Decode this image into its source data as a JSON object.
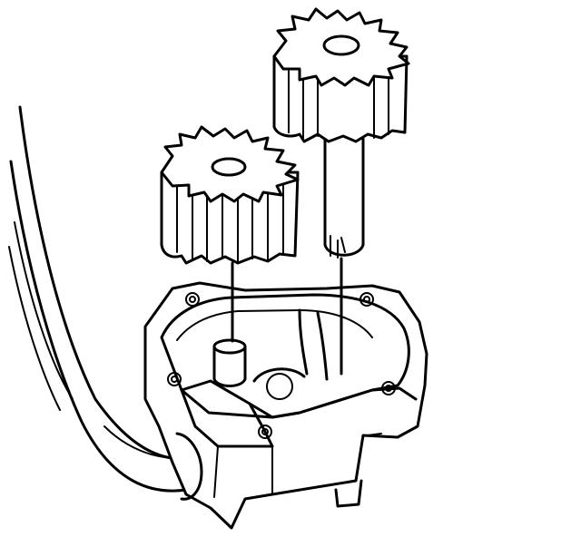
{
  "figure": {
    "background": "#ffffff",
    "stroke": "#000000",
    "parts": [
      "oil-pickup-tube",
      "oil-pump-housing",
      "idler-shaft",
      "drive-gear-shaft",
      "idler-gear",
      "drive-gear"
    ]
  }
}
